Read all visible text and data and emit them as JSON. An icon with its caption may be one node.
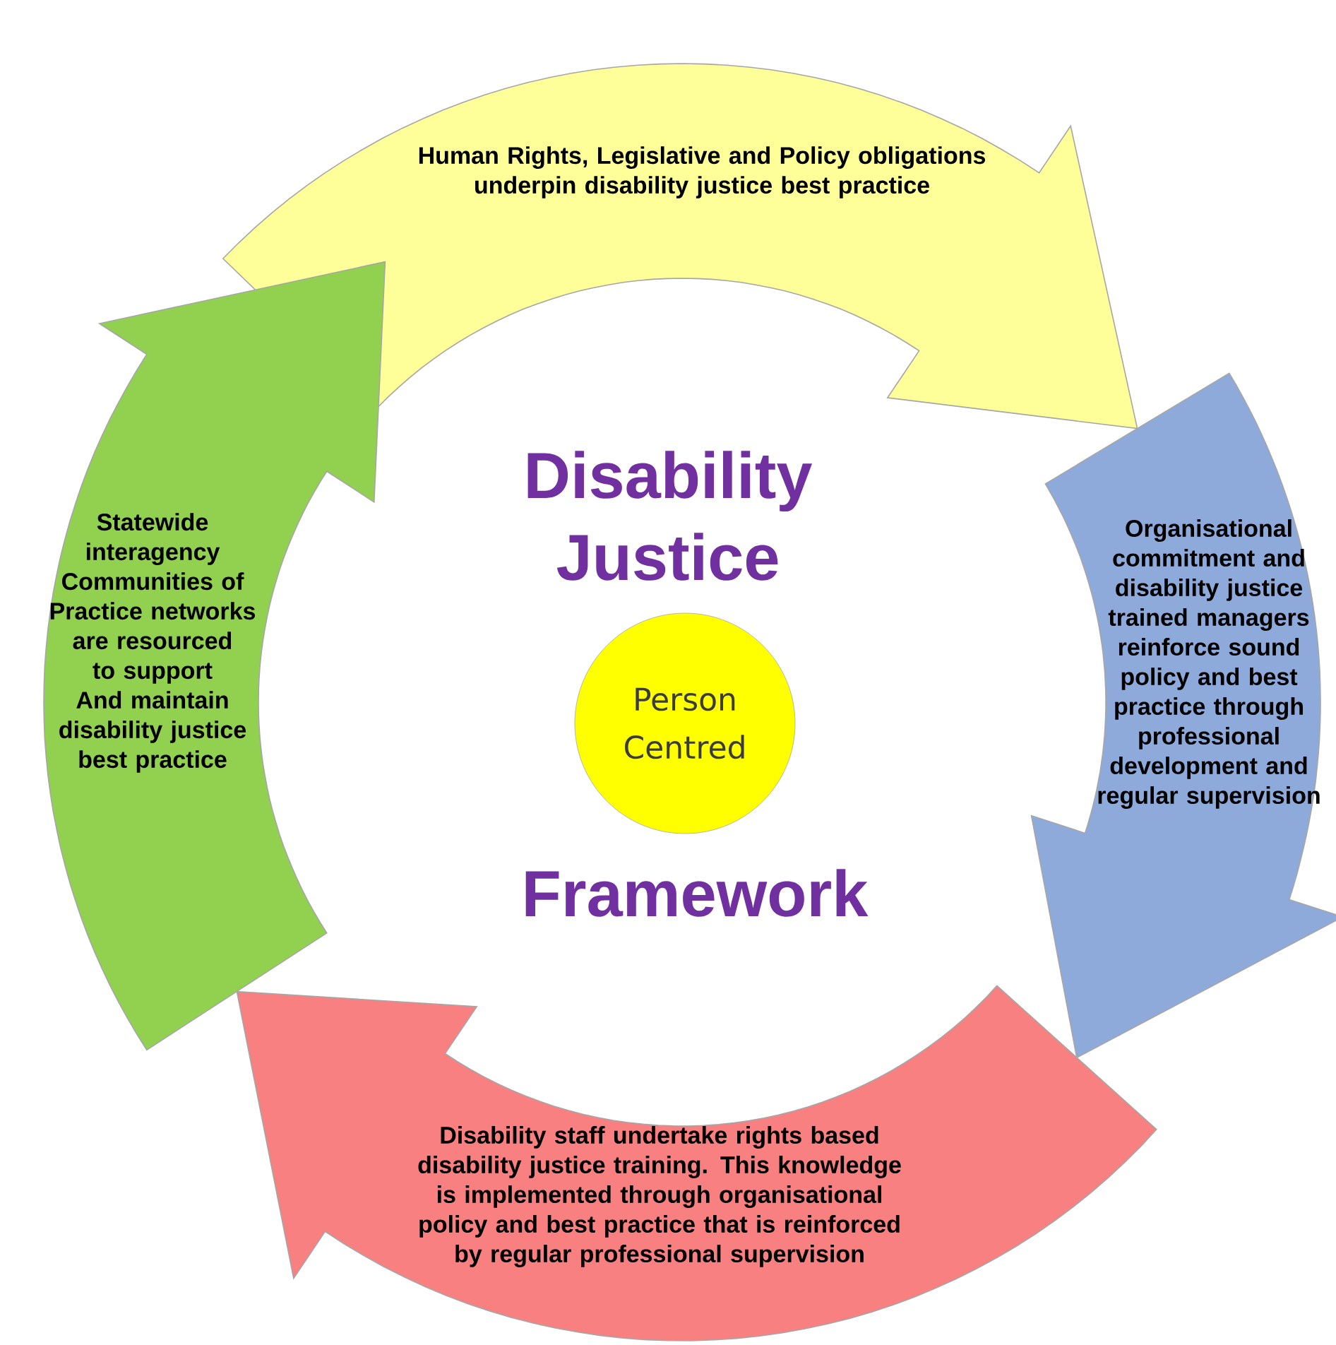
{
  "diagram": {
    "nodes": [
      {
        "text": [
          "Human Rights, Legislative and Policy obligations underpin disability justice best practice"
        ]
      },
      {
        "text": [
          "Organisational commitment and disability justice trained managers reinforce sound policy and best practice through professional development and regular supervision"
        ]
      },
      {
        "text": [
          "Disability staff undertake rights based disability justice training. This knowledge is implemented through organisational policy and best practice that is reinforced by regular professional supervision"
        ]
      },
      {
        "text": [
          "Statewide interagency Communities of Practice networks are resourced to support And maintain disability justice best practice"
        ]
      },
      {
        "text": [
          "Person Centred"
        ]
      }
    ],
    "labels": [
      "Disability Justice",
      "Framework"
    ]
  }
}
